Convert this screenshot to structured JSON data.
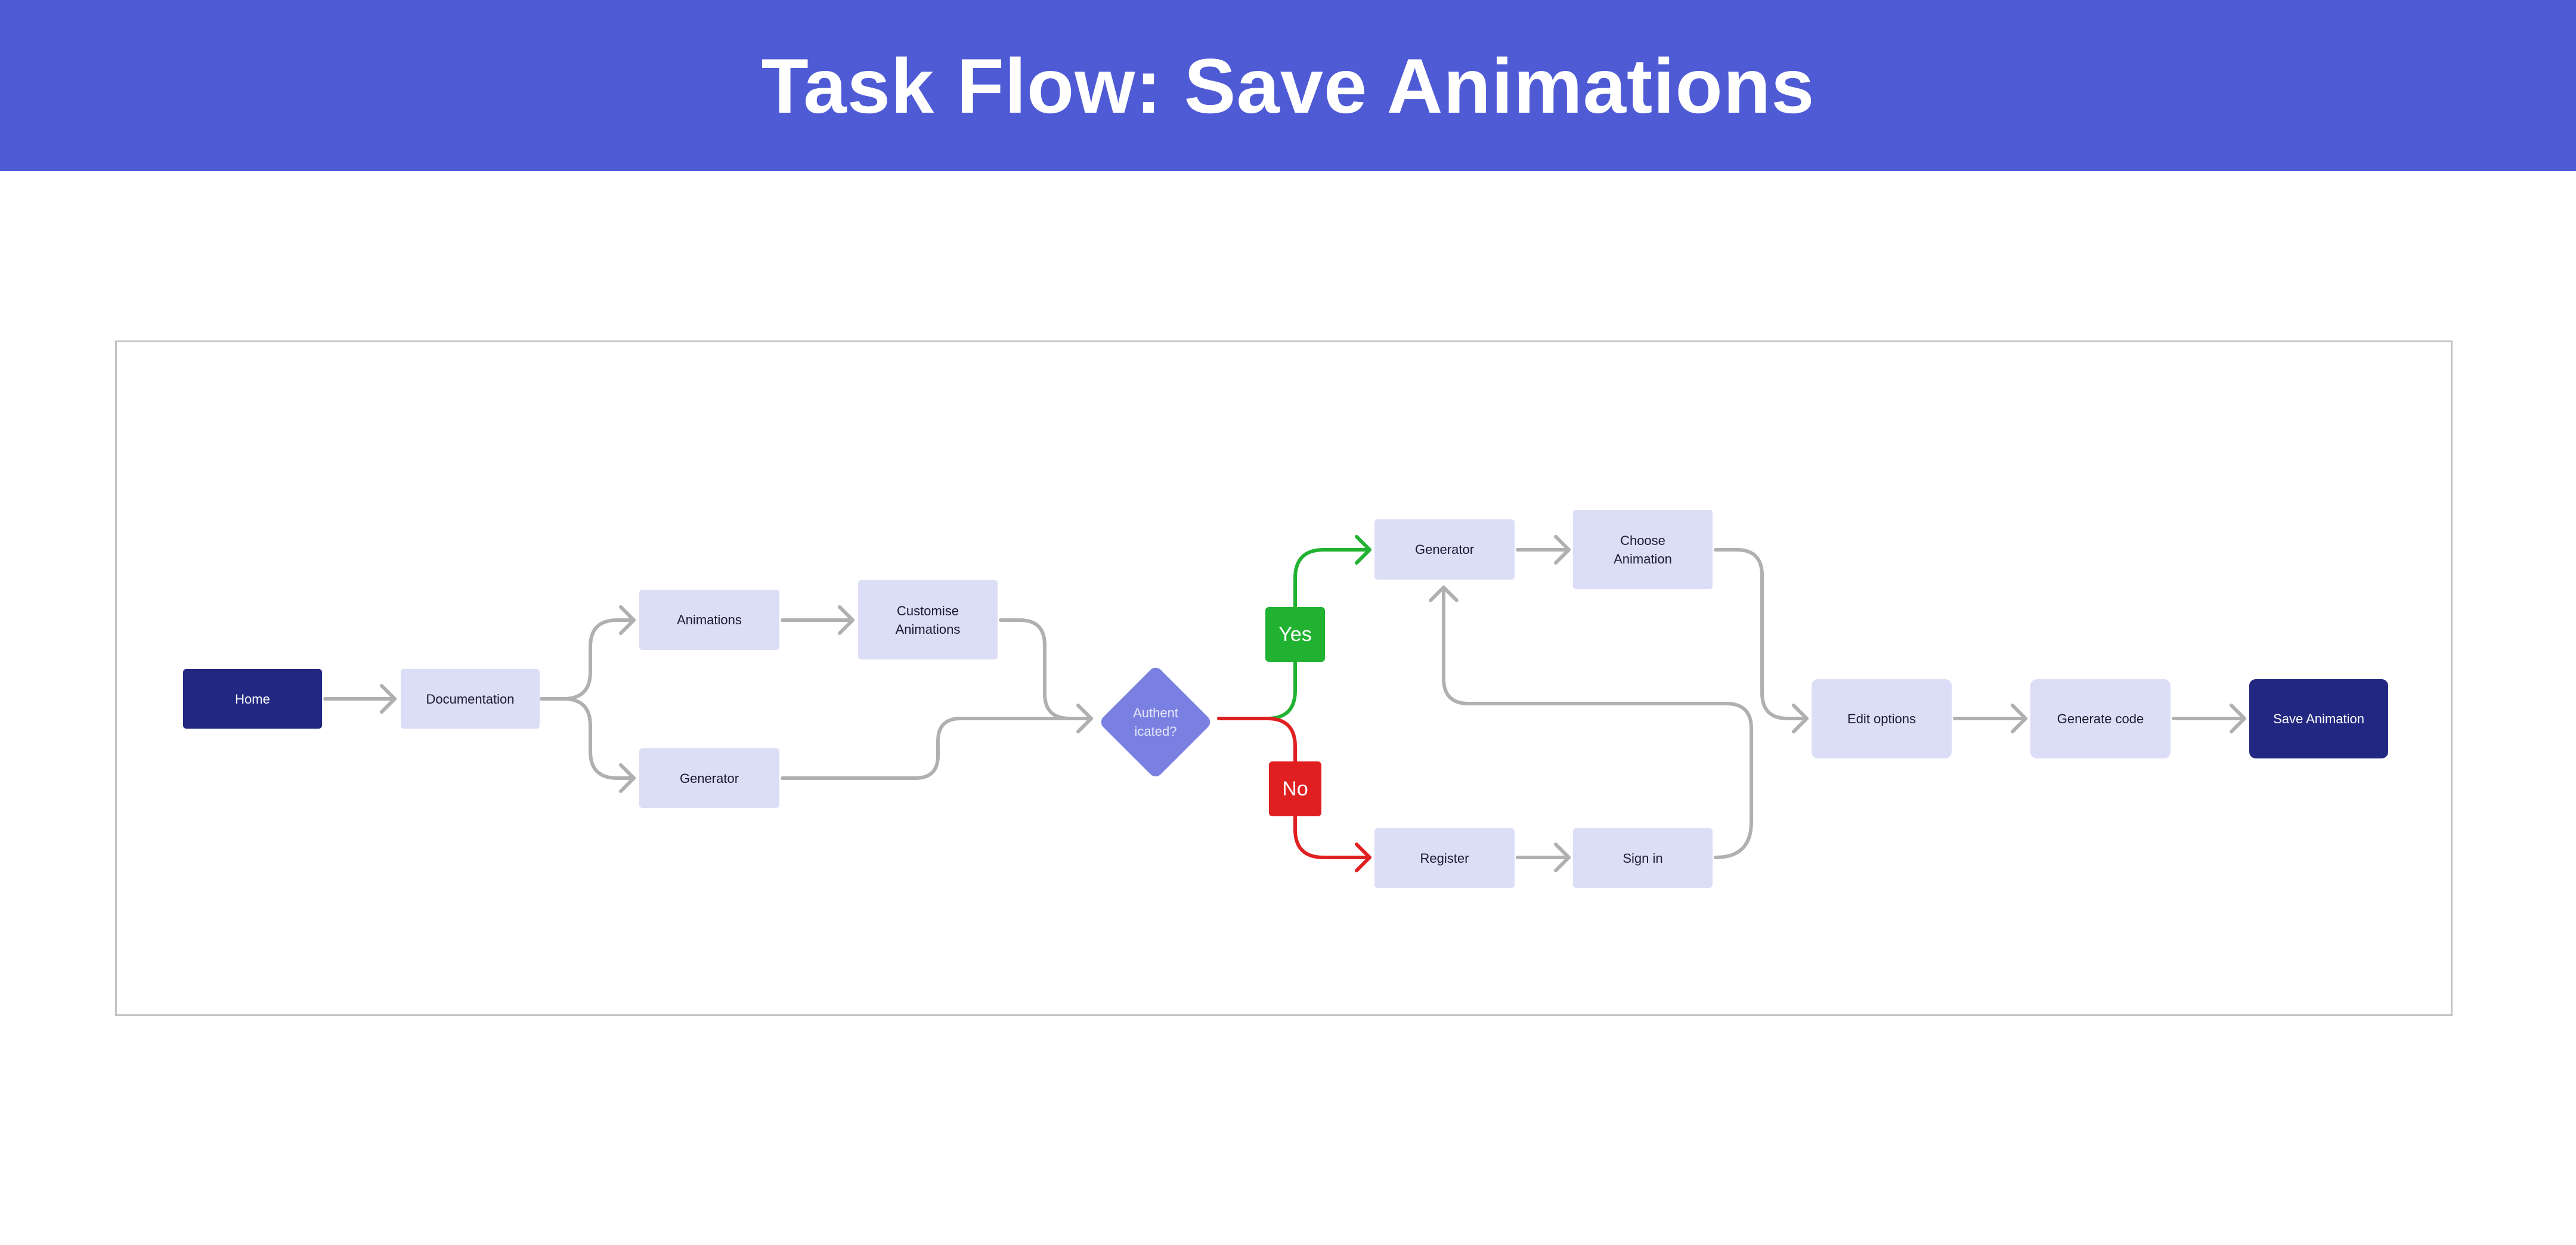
{
  "header": {
    "title": "Task Flow: Save Animations",
    "background": "#4f5bd5"
  },
  "nodes": {
    "home": "Home",
    "documentation": "Documentation",
    "animations": "Animations",
    "customise_animations": "Customise\nAnimations",
    "generator_lower": "Generator",
    "authenticated": "Authent\nicated?",
    "yes": "Yes",
    "no": "No",
    "generator_upper": "Generator",
    "choose_animation": "Choose\nAnimation",
    "register": "Register",
    "sign_in": "Sign in",
    "edit_options": "Edit options",
    "generate_code": "Generate code",
    "save_animation": "Save Animation"
  },
  "colors": {
    "node_light": "#dcddf6",
    "node_dark": "#222882",
    "decision": "#7a80e2",
    "yes": "#22b232",
    "no": "#e02020",
    "connector": "#b0b0b0"
  }
}
